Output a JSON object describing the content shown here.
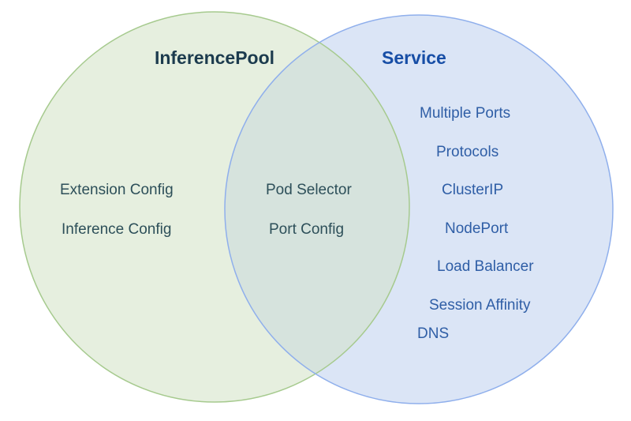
{
  "venn": {
    "left": {
      "title": "InferencePool",
      "items": [
        "Extension Config",
        "Inference Config"
      ],
      "fill": "#e6efdf",
      "border": "#a6ca8e",
      "title_color": "#1c3b4e",
      "text_color": "#2d4f59"
    },
    "right": {
      "title": "Service",
      "items": [
        "Multiple Ports",
        "Protocols",
        "ClusterIP",
        "NodePort",
        "Load Balancer",
        "Session Affinity",
        "DNS"
      ],
      "fill": "#dbe5f6",
      "border": "#8fafec",
      "title_color": "#174ea6",
      "text_color": "#2f5ea6"
    },
    "intersection": {
      "items": [
        "Pod Selector",
        "Port Config"
      ],
      "fill": "#d6e3dd"
    }
  }
}
